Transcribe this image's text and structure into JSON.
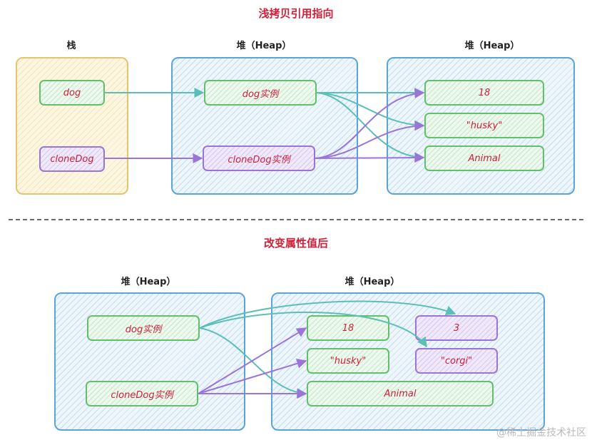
{
  "titles": {
    "top": "浅拷贝引用指向",
    "bottom": "改变属性值后"
  },
  "headings": {
    "stack": "栈",
    "heap": "堆（Heap）"
  },
  "top": {
    "stack": {
      "dog": "dog",
      "cloneDog": "cloneDog"
    },
    "heap1": {
      "dog_instance": "dog实例",
      "clonedog_instance": "cloneDog实例"
    },
    "heap2": {
      "age": "18",
      "name": "\"husky\"",
      "type": "Animal"
    }
  },
  "bottom": {
    "heap1": {
      "dog_instance": "dog实例",
      "clonedog_instance": "cloneDog实例"
    },
    "heap2": {
      "age": "18",
      "name": "\"husky\"",
      "type": "Animal",
      "new_age": "3",
      "new_name": "\"corgi\""
    }
  },
  "colors": {
    "dog_arrow": "#5bbfb8",
    "clone_arrow": "#9b74d8",
    "title_red": "#d0203a"
  },
  "watermark": "@稀土掘金技术社区"
}
